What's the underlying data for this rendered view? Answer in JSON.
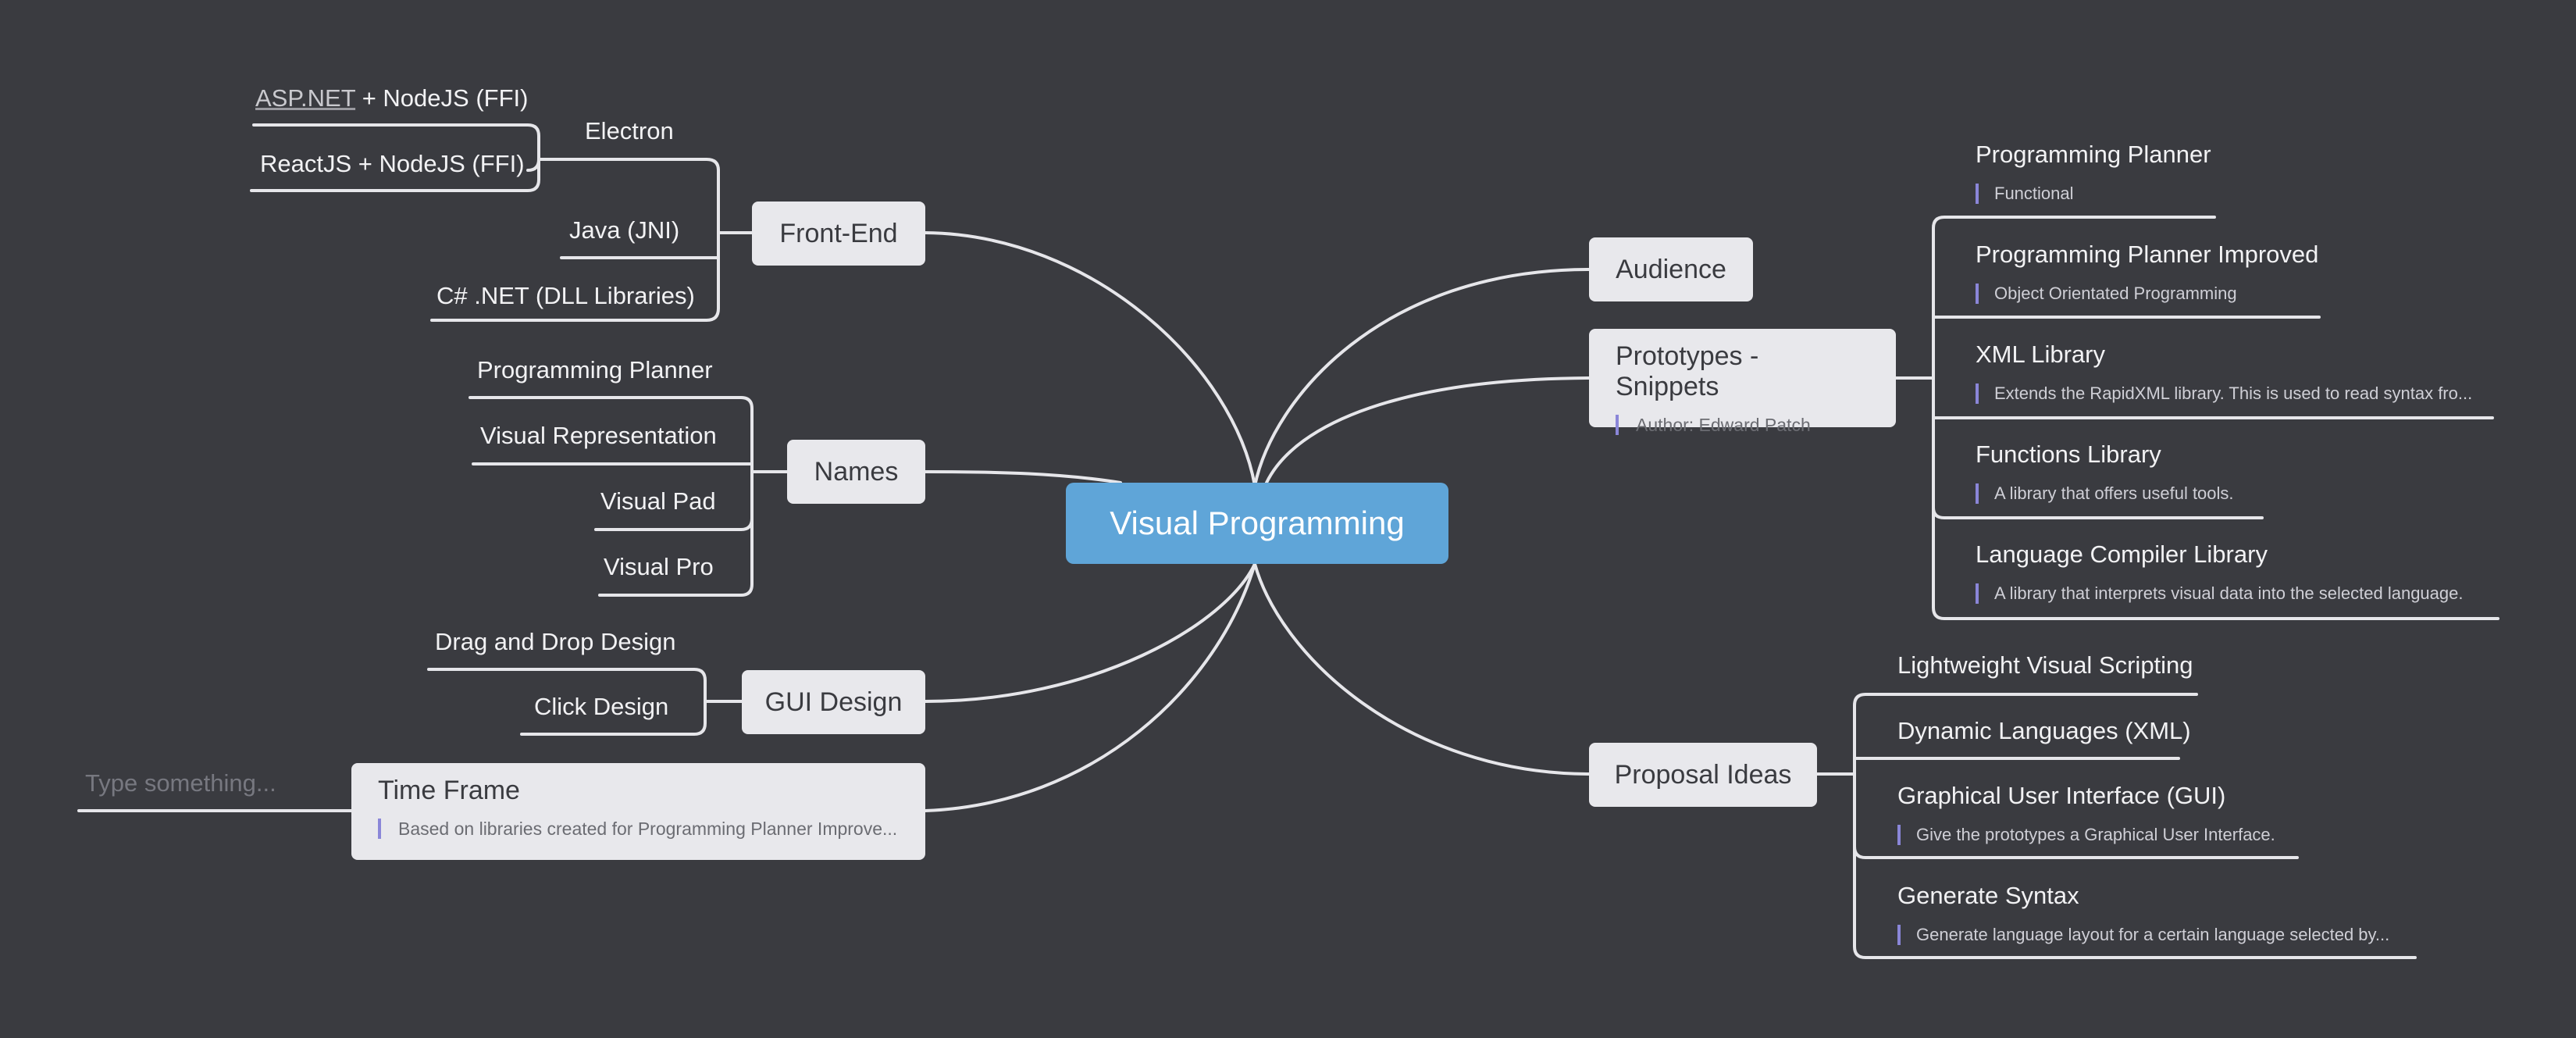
{
  "central": {
    "label": "Visual Programming"
  },
  "left": {
    "front_end": {
      "label": "Front-End",
      "electron": {
        "label": "Electron",
        "aspnet_link": "ASP.NET",
        "aspnet_rest": " + NodeJS (FFI)",
        "reactjs": "ReactJS + NodeJS (FFI)"
      },
      "java": "Java (JNI)",
      "csharp": "C# .NET (DLL Libraries)"
    },
    "names": {
      "label": "Names",
      "items": [
        "Programming Planner",
        "Visual Representation",
        "Visual Pad",
        "Visual Pro"
      ]
    },
    "gui_design": {
      "label": "GUI Design",
      "items": [
        "Drag and Drop Design",
        "Click Design"
      ]
    },
    "time_frame": {
      "label": "Time Frame",
      "note": "Based on libraries created for Programming Planner Improve...",
      "input_placeholder": "Type something..."
    }
  },
  "right": {
    "audience": {
      "label": "Audience"
    },
    "prototypes": {
      "label": "Prototypes - Snippets",
      "note": "Author: Edward Patch",
      "items": [
        {
          "title": "Programming Planner",
          "note": "Functional"
        },
        {
          "title": "Programming Planner Improved",
          "note": "Object Orientated Programming"
        },
        {
          "title": "XML Library",
          "note": "Extends the RapidXML library. This is used to read syntax fro..."
        },
        {
          "title": "Functions Library",
          "note": "A library that offers useful tools."
        },
        {
          "title": "Language Compiler Library",
          "note": "A library that interprets visual data into the selected language."
        }
      ]
    },
    "proposal": {
      "label": "Proposal Ideas",
      "items": [
        {
          "title": "Lightweight Visual Scripting",
          "note": ""
        },
        {
          "title": "Dynamic Languages (XML)",
          "note": ""
        },
        {
          "title": "Graphical User Interface (GUI)",
          "note": "Give the prototypes a Graphical User Interface."
        },
        {
          "title": "Generate Syntax",
          "note": "Generate language layout for a certain language selected by..."
        }
      ]
    }
  },
  "colors": {
    "background": "#3a3b40",
    "central_fill": "#5fa5d8",
    "topic_fill": "#e8e8ec",
    "connector": "#e6e6ea",
    "note_accent": "#8a86d8"
  }
}
